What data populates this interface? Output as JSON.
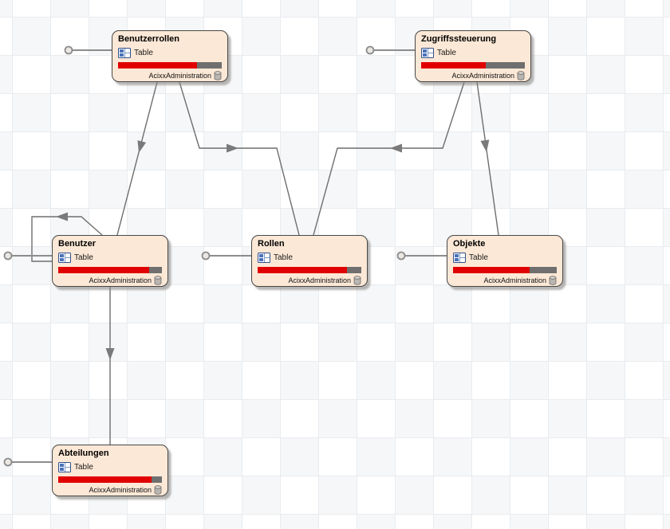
{
  "diagram": {
    "entities": [
      {
        "title": "Benutzerrollen",
        "type_label": "Table",
        "footer_label": "AcixxAdministration",
        "progress_percent": 76
      },
      {
        "title": "Zugriffssteuerung",
        "type_label": "Table",
        "footer_label": "AcixxAdministration",
        "progress_percent": 62
      },
      {
        "title": "Benutzer",
        "type_label": "Table",
        "footer_label": "AcixxAdministration",
        "progress_percent": 88
      },
      {
        "title": "Rollen",
        "type_label": "Table",
        "footer_label": "AcixxAdministration",
        "progress_percent": 86
      },
      {
        "title": "Objekte",
        "type_label": "Table",
        "footer_label": "AcixxAdministration",
        "progress_percent": 74
      },
      {
        "title": "Abteilungen",
        "type_label": "Table",
        "footer_label": "AcixxAdministration",
        "progress_percent": 90
      }
    ],
    "relationships": [
      {
        "from": "Benutzerrollen",
        "to": "Benutzer"
      },
      {
        "from": "Benutzerrollen",
        "to": "Rollen"
      },
      {
        "from": "Zugriffssteuerung",
        "to": "Rollen"
      },
      {
        "from": "Zugriffssteuerung",
        "to": "Objekte"
      },
      {
        "from": "Benutzer",
        "to": "Benutzer",
        "note": "self-reference loop"
      },
      {
        "from": "Benutzer",
        "to": "Abteilungen"
      }
    ],
    "icons": {
      "type_icon": "table-grid-icon",
      "footer_icon": "database-cylinder-icon",
      "anchor": "connection-anchor-circle"
    },
    "colors": {
      "entity_fill": "#fce8d6",
      "entity_border": "#474747",
      "bar_fill": "#e00000",
      "bar_track": "#6f6f6f",
      "connector": "#6e6e6e",
      "icon_blue": "#30508c",
      "canvas_check_light": "#f5f7f9"
    }
  }
}
